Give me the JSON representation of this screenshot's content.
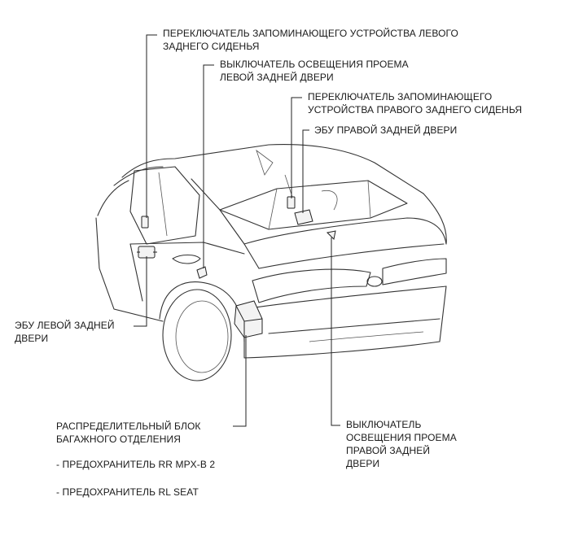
{
  "labels": {
    "rl_memory_switch": [
      "ПЕРЕКЛЮЧАТЕЛЬ ЗАПОМИНАЮЩЕГО УСТРОЙСТВА ЛЕВОГО",
      "ЗАДНЕГО СИДЕНЬЯ"
    ],
    "rl_door_light_switch": [
      "ВЫКЛЮЧАТЕЛЬ ОСВЕЩЕНИЯ ПРОЕМА",
      "ЛЕВОЙ ЗАДНЕЙ ДВЕРИ"
    ],
    "rr_memory_switch": [
      "ПЕРЕКЛЮЧАТЕЛЬ ЗАПОМИНАЮЩЕГО",
      "УСТРОЙСТВА ПРАВОГО ЗАДНЕГО СИДЕНЬЯ"
    ],
    "rr_door_ecu": [
      "ЭБУ ПРАВОЙ ЗАДНЕЙ ДВЕРИ"
    ],
    "rl_door_ecu": [
      "ЭБУ ЛЕВОЙ ЗАДНЕЙ",
      "ДВЕРИ"
    ],
    "luggage_junction_block": [
      "РАСПРЕДЕЛИТЕЛЬНЫЙ БЛОК",
      "БАГАЖНОГО ОТДЕЛЕНИЯ"
    ],
    "fuse_rr_mpx": "- ПРЕДОХРАНИТЕЛЬ RR MPX-B 2",
    "fuse_rl_seat": "- ПРЕДОХРАНИТЕЛЬ RL SEAT",
    "rr_door_light_switch": [
      "ВЫКЛЮЧАТЕЛЬ",
      "ОСВЕЩЕНИЯ ПРОЕМА",
      "ПРАВОЙ ЗАДНЕЙ",
      "ДВЕРИ"
    ]
  }
}
